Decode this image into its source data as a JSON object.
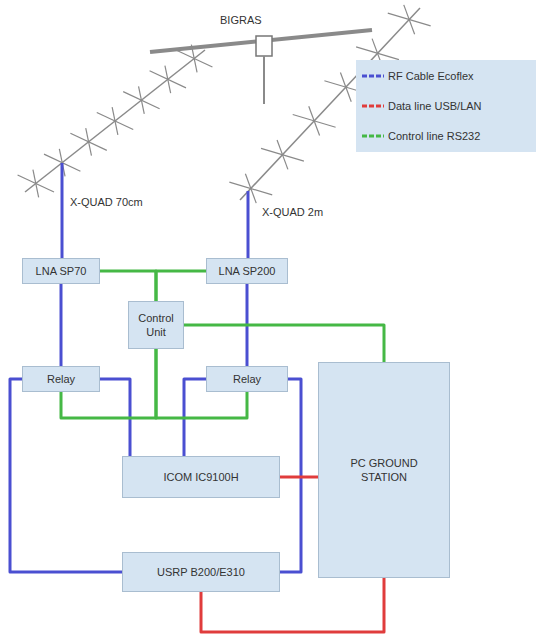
{
  "diagram": {
    "nodes": [
      {
        "text": [
          "LNA SP70"
        ]
      },
      {
        "text": [
          "LNA SP200"
        ]
      },
      {
        "text": [
          "Control Unit"
        ]
      },
      {
        "text": [
          "Relay"
        ]
      },
      {
        "text": [
          "Relay"
        ]
      },
      {
        "text": [
          "PC GROUND STATION"
        ]
      },
      {
        "text": [
          "ICOM IC9100H"
        ]
      },
      {
        "text": [
          "USRP B200/E310"
        ]
      }
    ],
    "edges": [
      {
        "from": 0,
        "to": 3,
        "arrow": "none"
      },
      {
        "from": 1,
        "to": 4,
        "arrow": "none"
      },
      {
        "from": 3,
        "to": 6,
        "arrow": "none"
      },
      {
        "from": 4,
        "to": 6,
        "arrow": "none"
      },
      {
        "from": 3,
        "to": 7,
        "arrow": "none"
      },
      {
        "from": 4,
        "to": 7,
        "arrow": "none"
      },
      {
        "from": 6,
        "to": 5,
        "arrow": "none"
      },
      {
        "from": 7,
        "to": 5,
        "arrow": "none"
      },
      {
        "from": 2,
        "to": 0,
        "arrow": "none"
      },
      {
        "from": 2,
        "to": 1,
        "arrow": "none"
      },
      {
        "from": 2,
        "to": 5,
        "arrow": "none"
      },
      {
        "from": 2,
        "to": 3,
        "arrow": "none"
      },
      {
        "from": 2,
        "to": 4,
        "arrow": "none"
      }
    ],
    "labels": [
      "BIGRAS",
      "X-QUAD 70cm",
      "X-QUAD 2m"
    ],
    "legend": [
      {
        "text": "RF Cable Ecoflex"
      },
      {
        "text": "Data line USB/LAN"
      },
      {
        "text": "Control line RS232"
      }
    ]
  }
}
